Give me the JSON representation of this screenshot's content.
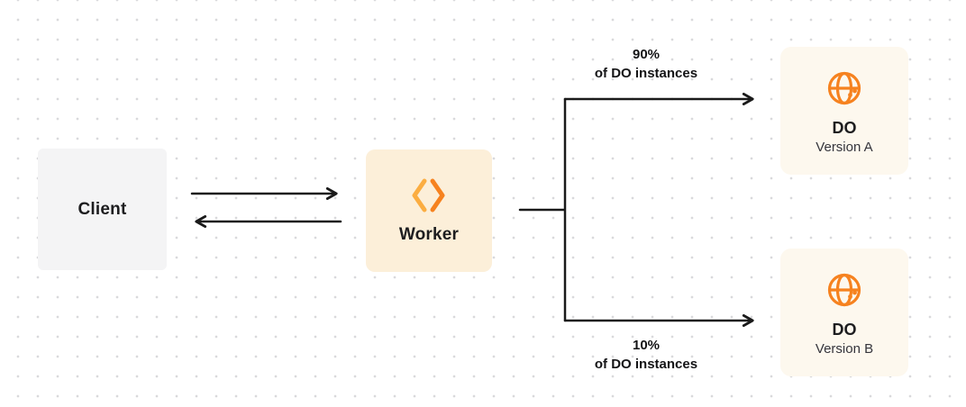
{
  "colors": {
    "accent_orange": "#f6821f",
    "accent_orange_light": "#fbad41",
    "arrow": "#1a1a1a",
    "text": "#1d1d1f",
    "client_bg": "#f4f4f5",
    "worker_bg": "#fcefd9",
    "do_bg": "#fdf8ee",
    "canvas_bg": "#ffffff",
    "grid_dot": "#d9d9dc"
  },
  "nodes": {
    "client": {
      "label": "Client"
    },
    "worker": {
      "label": "Worker",
      "icon": "cloudflare-workers-icon"
    },
    "do_version_a": {
      "title": "DO",
      "subtitle": "Version A",
      "icon": "globe-icon"
    },
    "do_version_b": {
      "title": "DO",
      "subtitle": "Version B",
      "icon": "globe-icon"
    }
  },
  "edge_labels": {
    "top": {
      "line1": "90%",
      "line2": "of DO instances"
    },
    "bottom": {
      "line1": "10%",
      "line2": "of DO instances"
    }
  }
}
